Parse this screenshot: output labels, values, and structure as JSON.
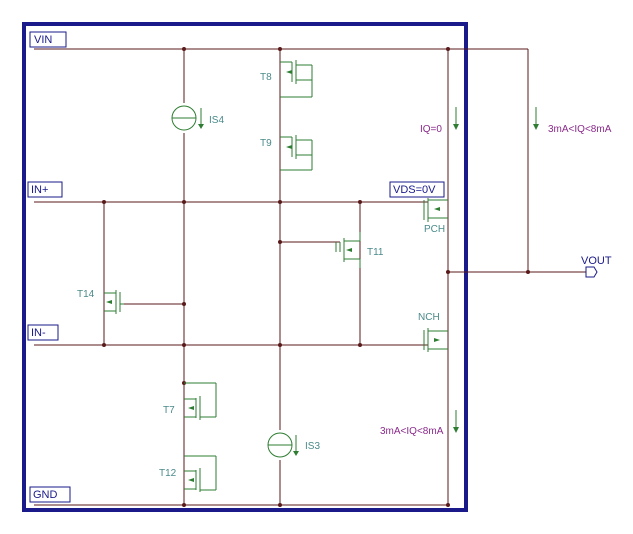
{
  "ports": {
    "vin": "VIN",
    "gnd": "GND",
    "in_plus": "IN+",
    "in_minus": "IN-",
    "vout": "VOUT"
  },
  "devices": {
    "t8": "T8",
    "t9": "T9",
    "t11": "T11",
    "t14": "T14",
    "t7": "T7",
    "t12": "T12",
    "is4": "IS4",
    "is3": "IS3",
    "pch": "PCH",
    "nch": "NCH"
  },
  "annotations": {
    "vds": "VDS=0V",
    "iq_zero": "IQ=0",
    "iq_range_top": "3mA<IQ<8mA",
    "iq_range_bottom": "3mA<IQ<8mA"
  },
  "colors": {
    "frame": "#1a1a8a",
    "wire": "#5a1a1a",
    "device": "#2e7d32",
    "device_label": "#4a8a8a",
    "annotation": "#8a2a8a"
  }
}
